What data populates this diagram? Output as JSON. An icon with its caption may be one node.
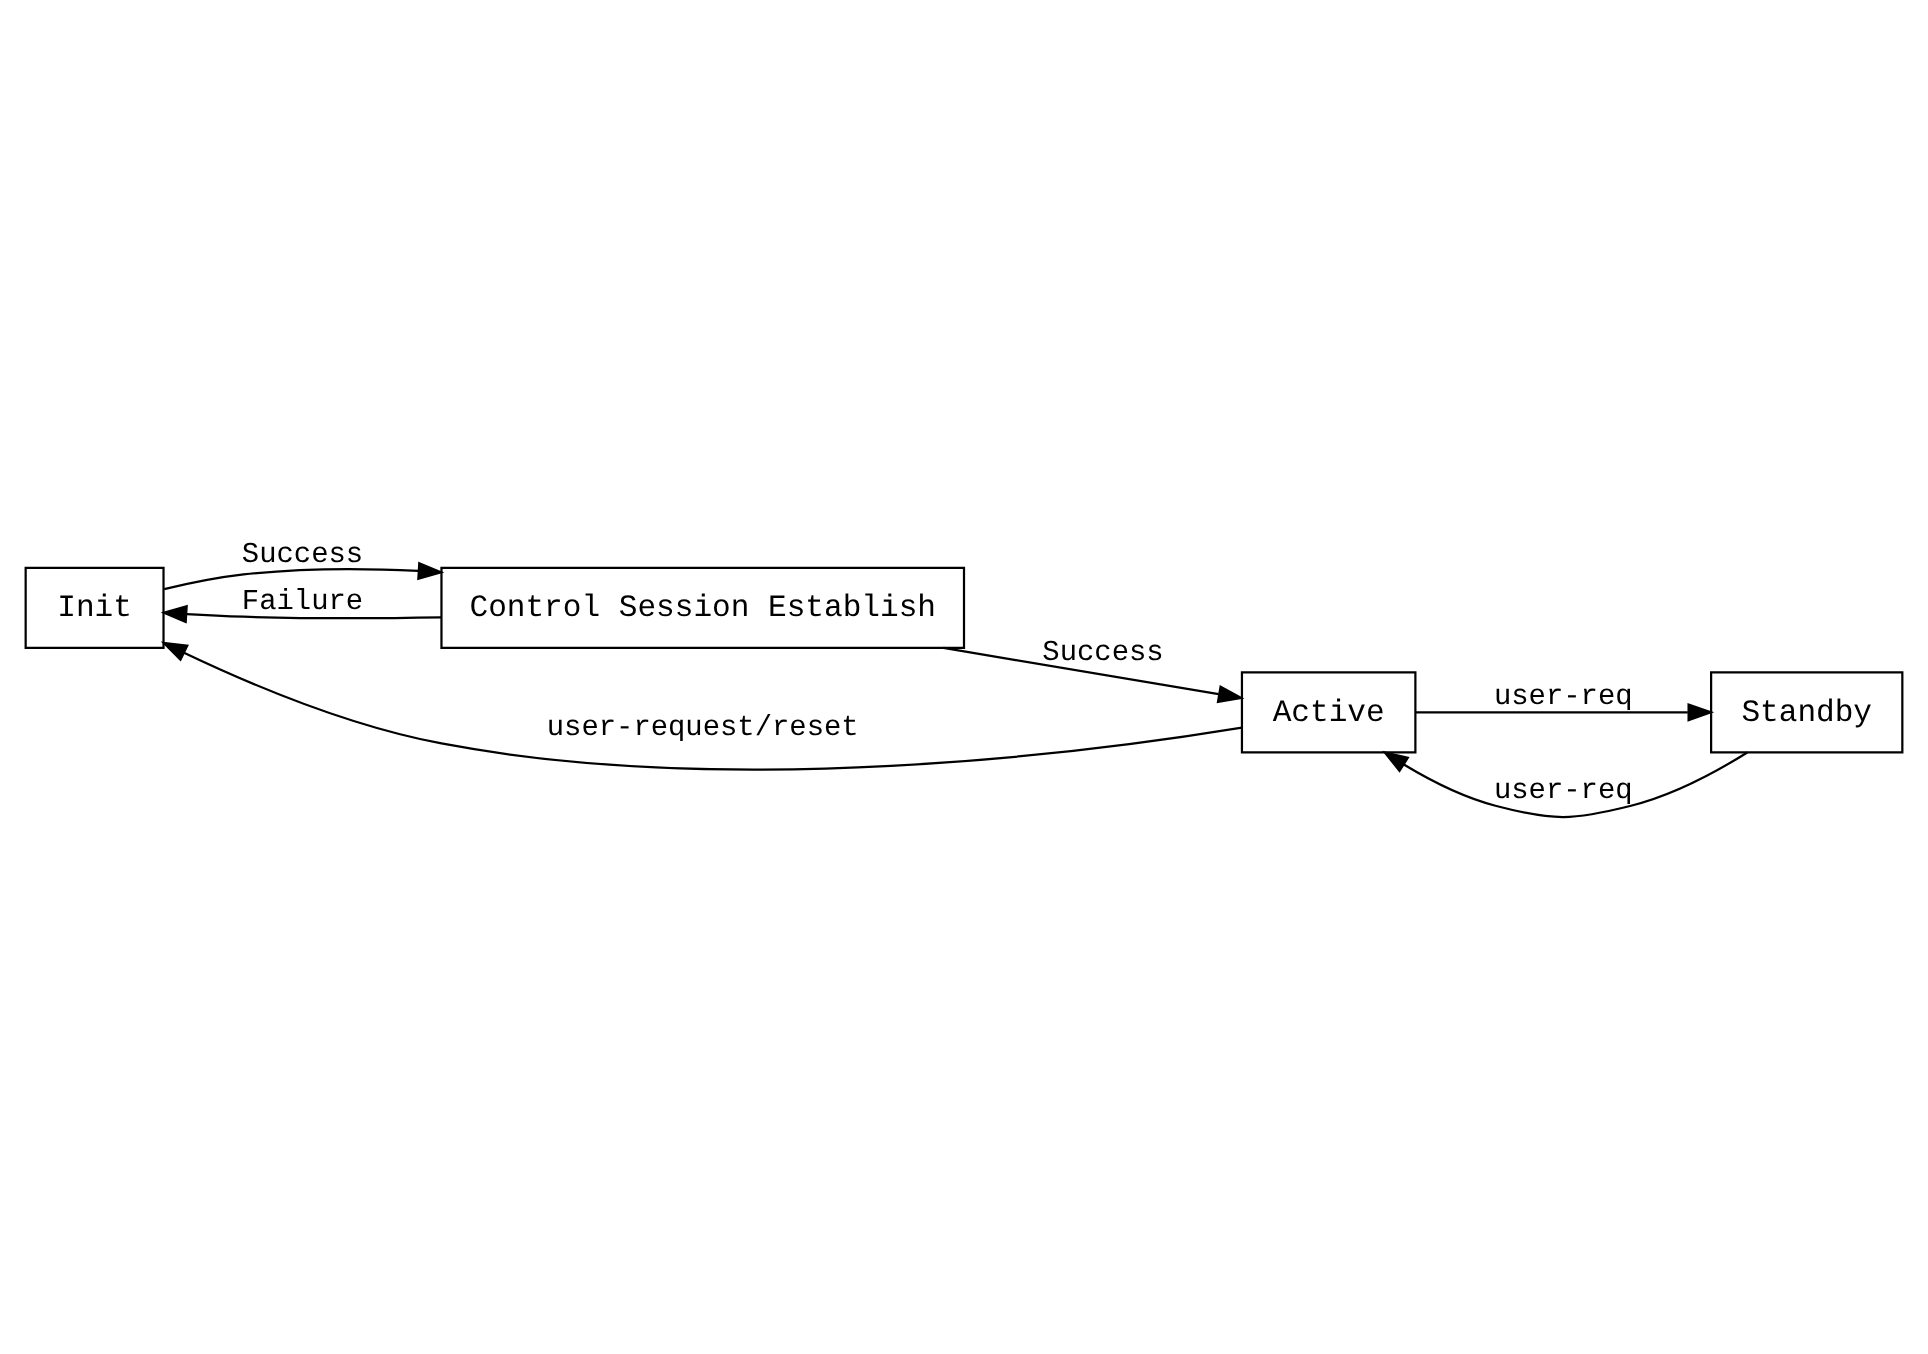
{
  "diagram": {
    "nodes": [
      {
        "text": [
          "Init"
        ]
      },
      {
        "text": [
          "Control Session Establish"
        ]
      },
      {
        "text": [
          "Active"
        ]
      },
      {
        "text": [
          "Standby"
        ]
      }
    ],
    "edges": [
      {
        "from": 0,
        "to": 1,
        "arrow": "to",
        "label": "Success"
      },
      {
        "from": 1,
        "to": 2,
        "arrow": "to",
        "label": "Success"
      },
      {
        "from": 2,
        "to": 0,
        "arrow": "to",
        "label": "user-request/reset"
      },
      {
        "from": 1,
        "to": 0,
        "arrow": "to",
        "label": "Failure"
      },
      {
        "from": 3,
        "to": 2,
        "arrow": "to",
        "label": "user-req"
      },
      {
        "from": 2,
        "to": 3,
        "arrow": "to",
        "label": "user-req"
      }
    ]
  }
}
